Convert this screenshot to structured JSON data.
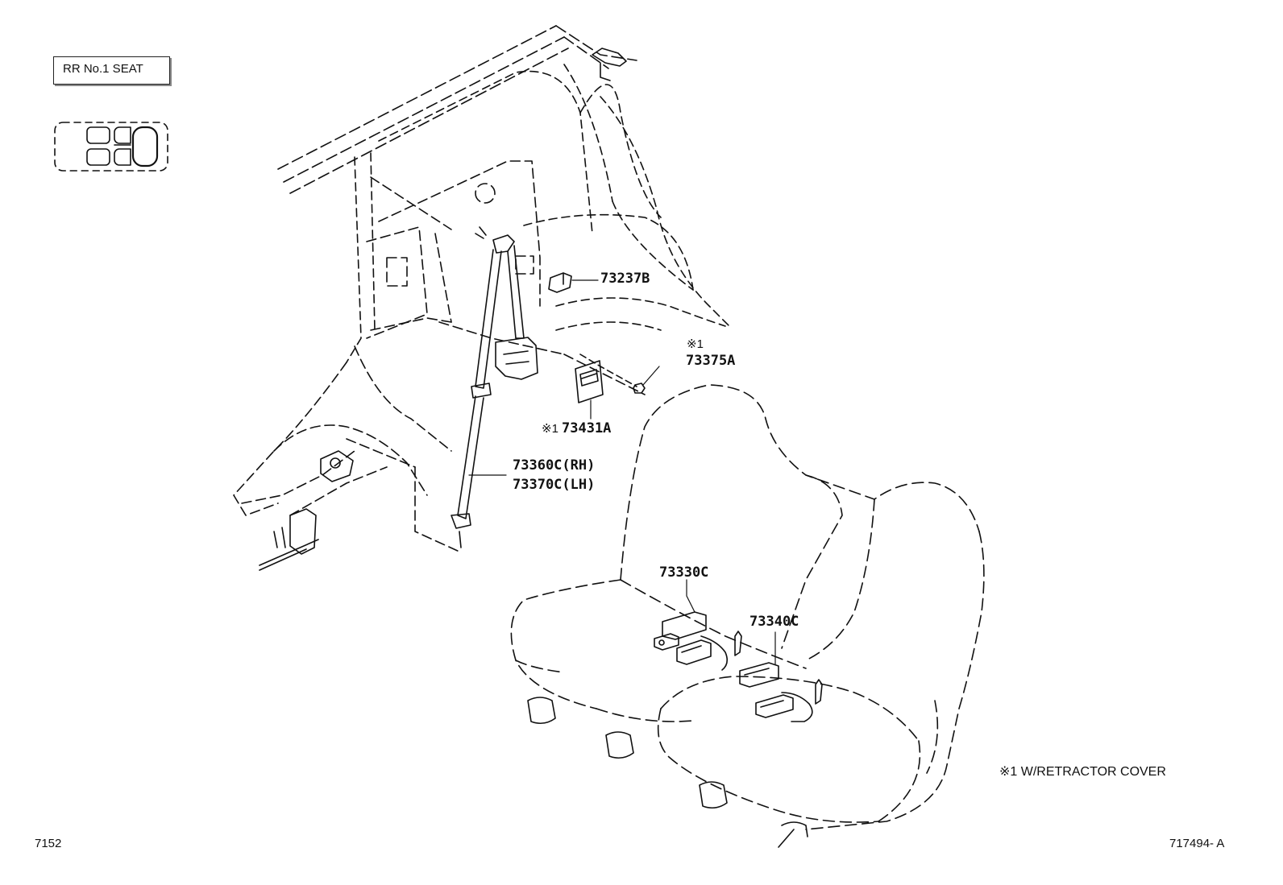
{
  "header": {
    "seat_label": "RR No.1 SEAT"
  },
  "parts": {
    "p73237B": "73237B",
    "p73375A_note": "※1",
    "p73375A": "73375A",
    "p73431A_note": "※1",
    "p73431A": "73431A",
    "p73360C": "73360C(RH)",
    "p73370C": "73370C(LH)",
    "p73330C": "73330C",
    "p73340C": "73340C"
  },
  "footnote": "※1 W/RETRACTOR COVER",
  "footer": {
    "left_code": "7152",
    "right_code": "717494- A"
  }
}
